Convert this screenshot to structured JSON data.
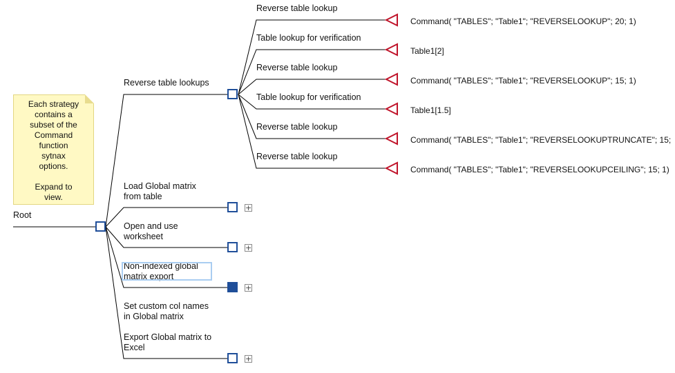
{
  "note": {
    "text": "Each strategy\ncontains a\nsubset of the\nCommand\nfunction\nsytnax\noptions.\n\nExpand to\nview.",
    "color": "#fff9c4"
  },
  "root": {
    "label": "Root"
  },
  "branches": [
    {
      "label": "Reverse table lookups",
      "state": "expanded"
    },
    {
      "label": "Load Global matrix from table",
      "state": "collapsed"
    },
    {
      "label": "Open and use worksheet",
      "state": "collapsed"
    },
    {
      "label": "Non-indexed global matrix export",
      "state": "selected"
    },
    {
      "label": "Set custom col names in Global matrix",
      "state": "collapsed"
    },
    {
      "label": "Export Global matrix to Excel",
      "state": "collapsed"
    }
  ],
  "leaves": [
    {
      "label": "Reverse table lookup",
      "result": "Command( \"TABLES\"; \"Table1\"; \"REVERSELOOKUP\"; 20; 1)"
    },
    {
      "label": "Table lookup for verification",
      "result": "Table1[2]"
    },
    {
      "label": "Reverse table lookup",
      "result": "Command( \"TABLES\"; \"Table1\"; \"REVERSELOOKUP\"; 15; 1)"
    },
    {
      "label": "Table lookup for verification",
      "result": "Table1[1.5]"
    },
    {
      "label": "Reverse table lookup",
      "result": "Command( \"TABLES\"; \"Table1\"; \"REVERSELOOKUPTRUNCATE\"; 15;"
    },
    {
      "label": "Reverse table lookup",
      "result": "Command( \"TABLES\"; \"Table1\"; \"REVERSELOOKUPCEILING\"; 15; 1)"
    }
  ],
  "expand_symbol": "+",
  "colors": {
    "node": "#1f4e99",
    "end": "#c0142a",
    "line": "#000000",
    "selection": "#a9cdf1"
  }
}
